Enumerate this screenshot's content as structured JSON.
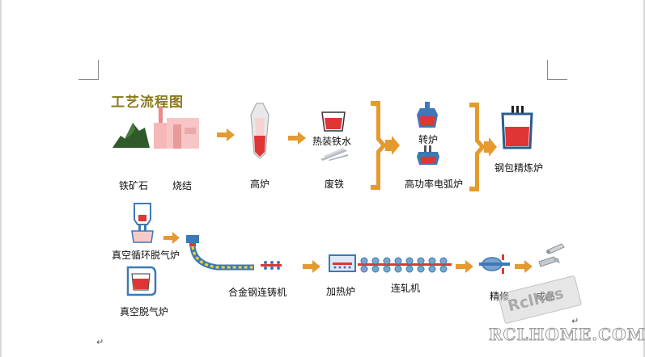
{
  "title": "工艺流程图",
  "labels": {
    "iron_ore": "铁矿石",
    "sinter": "烧结",
    "blast_furnace": "高炉",
    "hot_metal": "热装铁水",
    "scrap": "废铁",
    "converter": "转炉",
    "eaf": "高功率电弧炉",
    "ladle": "钢包精炼炉",
    "rh": "真空循环脱气炉",
    "vd": "真空脱气炉",
    "caster": "合金钢连铸机",
    "reheat": "加热炉",
    "rolling": "连轧机",
    "finishing": "精修",
    "product": "成品"
  },
  "paragraph_mark": "↵",
  "stamp_text": "Rclhes",
  "watermark": "RCLHOME.COM",
  "colors": {
    "arrow": "#e49a2f",
    "title": "#8a7a1c",
    "furnace_red": "#e03535",
    "steel_blue": "#3c79b6",
    "mountain_green": "#2f5a2a"
  }
}
